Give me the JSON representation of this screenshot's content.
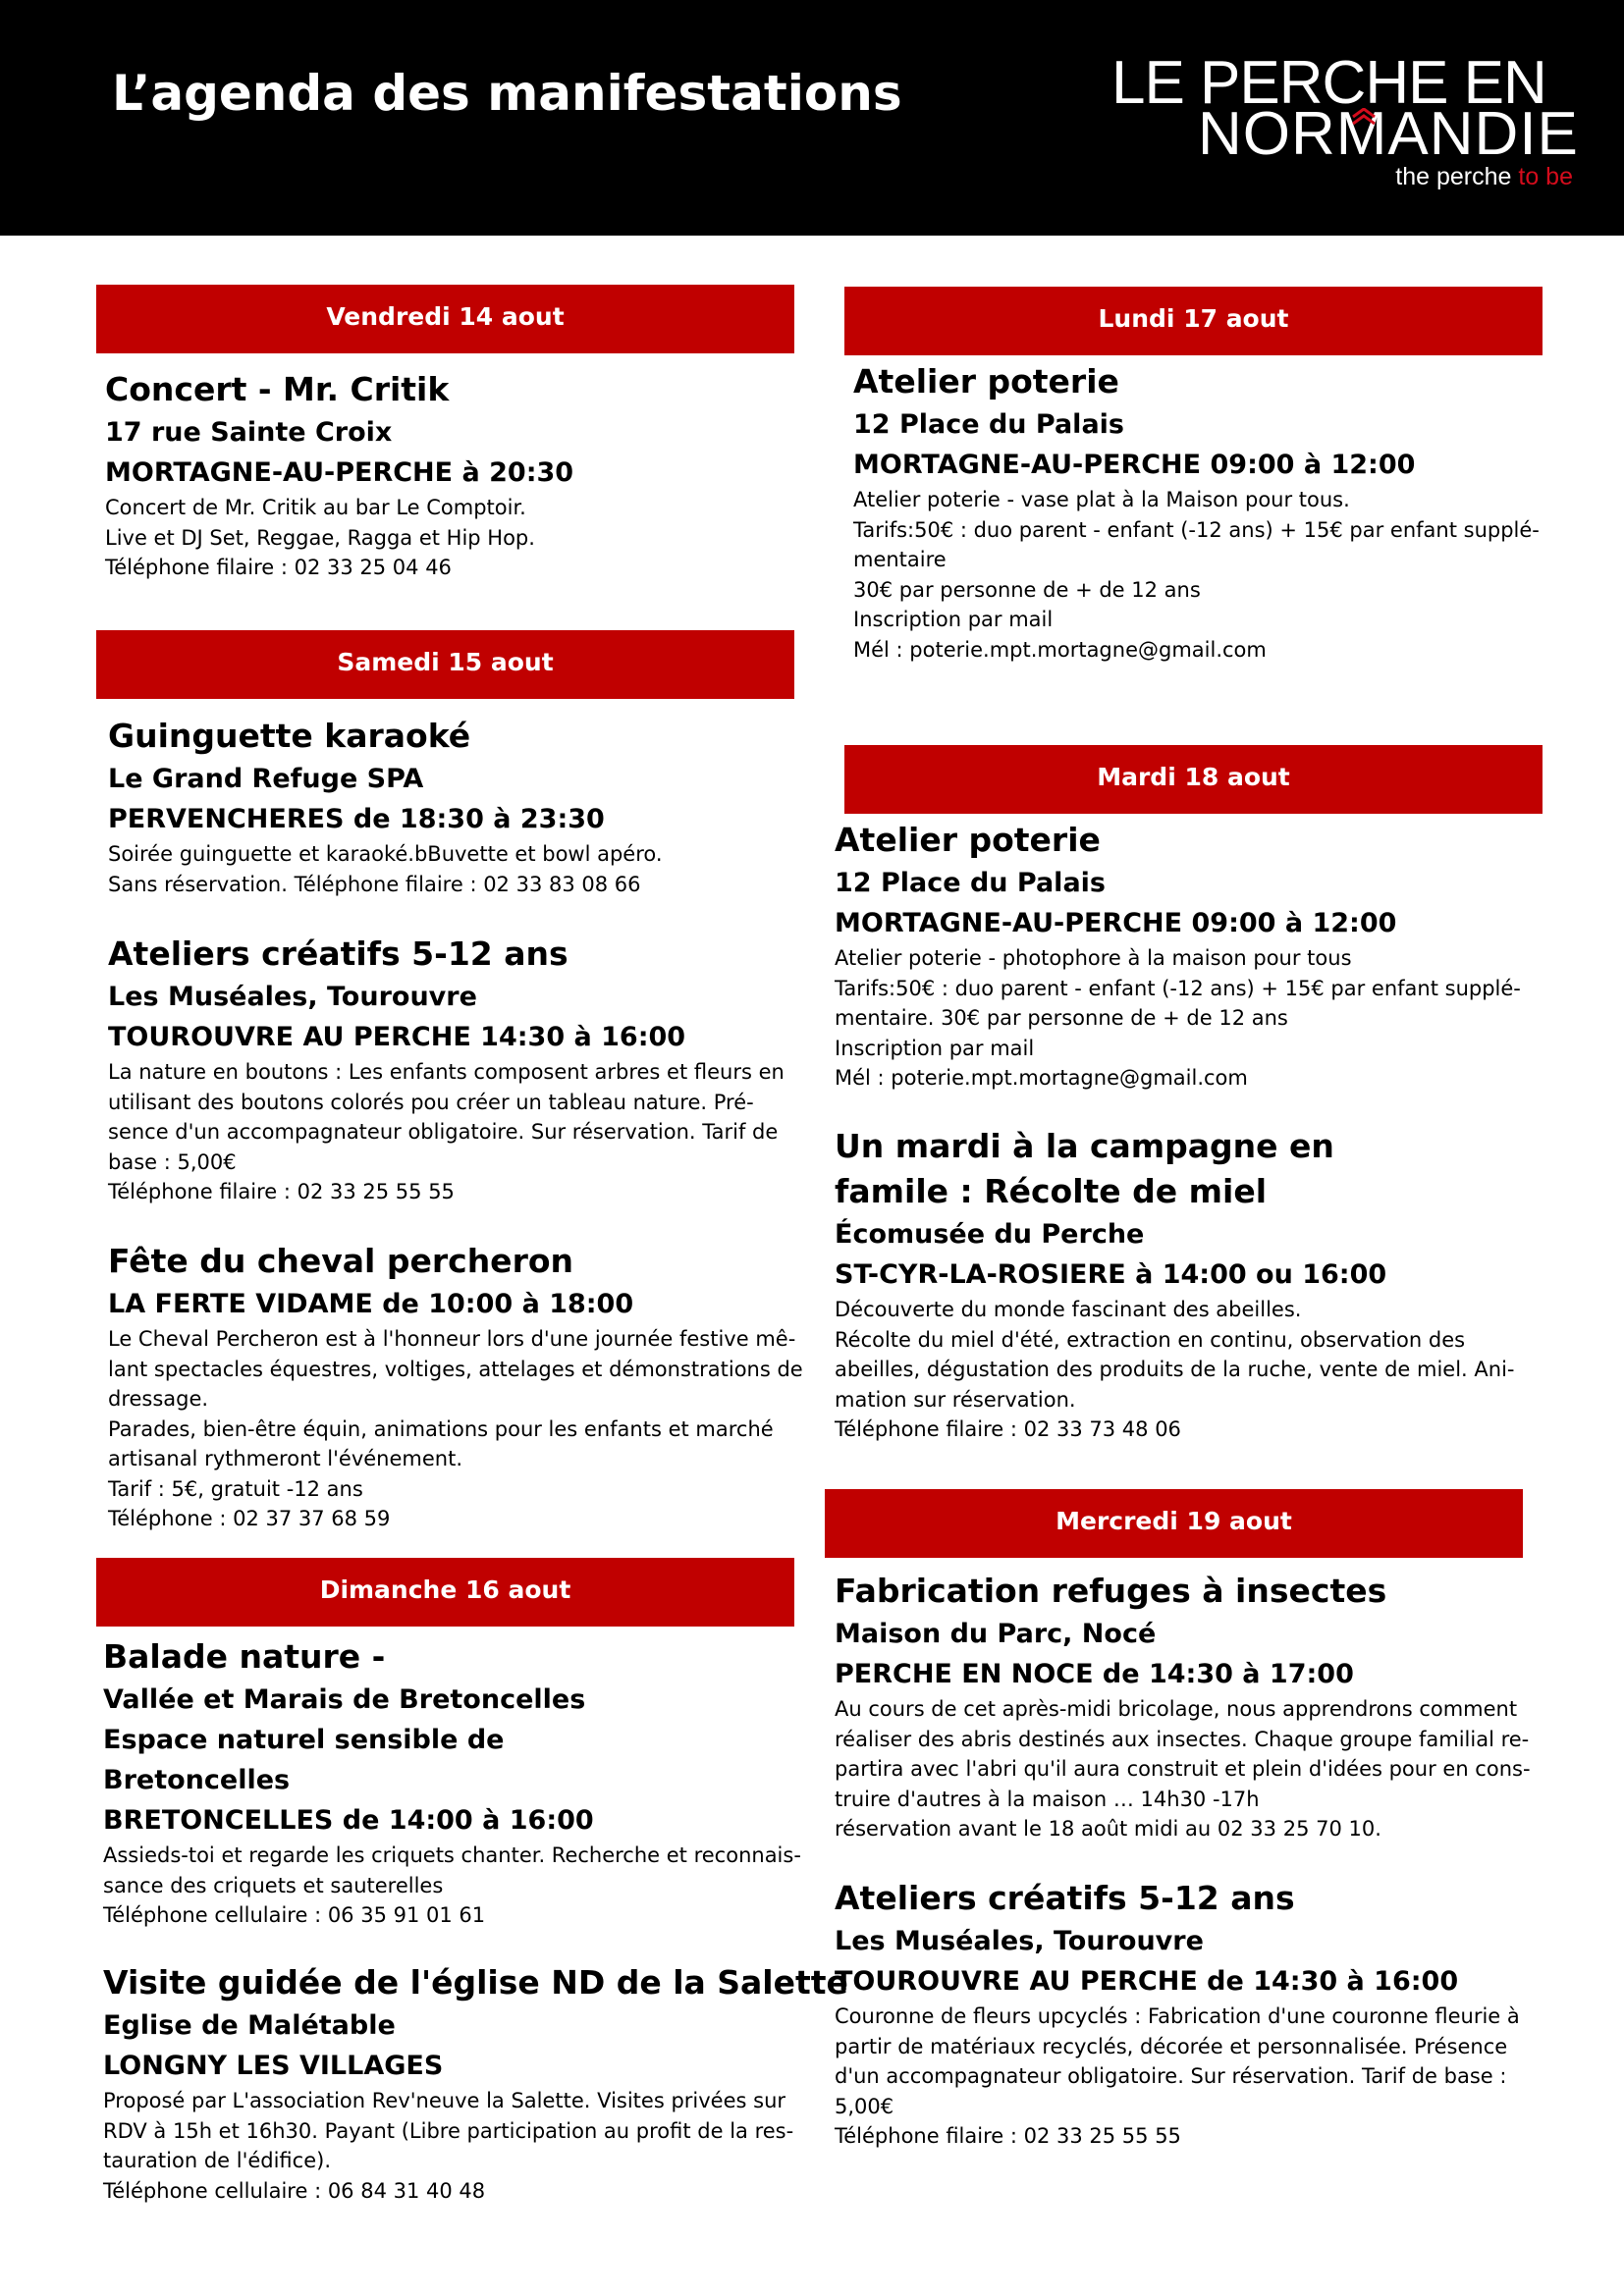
{
  "header": {
    "title": "L’agenda des manifestations",
    "logo": {
      "line1": "LE PERCHE EN",
      "line2": "NORMANDIE",
      "tagline_a": "the perche ",
      "tagline_b": "to be"
    }
  },
  "colors": {
    "header_bg": "#000000",
    "day_bar": "#c00000",
    "tagline_accent": "#d40c1c"
  },
  "days": {
    "vendredi": {
      "label": "Vendredi 14 aout"
    },
    "samedi": {
      "label": "Samedi 15 aout"
    },
    "dimanche": {
      "label": "Dimanche 16 aout"
    },
    "lundi": {
      "label": "Lundi 17 aout"
    },
    "mardi": {
      "label": "Mardi 18 aout"
    },
    "mercredi": {
      "label": "Mercredi 19 aout"
    }
  },
  "events": {
    "e1": {
      "title": "Concert - Mr. Critik",
      "lines": [
        "17 rue Sainte Croix",
        "MORTAGNE-AU-PERCHE à 20:30"
      ],
      "desc": [
        "Concert de Mr. Critik au bar Le Comptoir.",
        "Live et DJ Set, Reggae, Ragga et Hip Hop.",
        "Téléphone filaire : 02 33 25 04 46"
      ]
    },
    "e2": {
      "title": "Guinguette karaoké",
      "lines": [
        "Le Grand Refuge SPA",
        "PERVENCHERES de 18:30 à 23:30"
      ],
      "desc": [
        "Soirée guinguette et karaoké.bBuvette et bowl apéro.",
        "Sans réservation. Téléphone filaire : 02 33 83 08 66"
      ]
    },
    "e3": {
      "title": "Ateliers créatifs 5-12 ans",
      "lines": [
        "Les Muséales, Tourouvre",
        "TOUROUVRE AU PERCHE 14:30 à 16:00"
      ],
      "desc": [
        "La nature en boutons : Les enfants composent arbres et fleurs en",
        "utilisant des boutons colorés pou créer un tableau nature. Pré-",
        "sence d'un accompagnateur obligatoire. Sur réservation.  Tarif de",
        "base : 5,00€",
        "Téléphone filaire : 02 33 25 55 55"
      ]
    },
    "e4": {
      "title": "Fête du cheval percheron",
      "lines": [
        "LA FERTE VIDAME de 10:00 à 18:00"
      ],
      "desc": [
        "Le Cheval Percheron est à l'honneur lors d'une journée festive mê-",
        "lant spectacles équestres, voltiges, attelages et démonstrations de",
        "dressage.",
        "Parades, bien-être équin, animations pour les enfants et marché",
        "artisanal rythmeront l'événement.",
        "Tarif : 5€, gratuit -12 ans",
        "Téléphone : 02 37 37 68 59"
      ]
    },
    "e5": {
      "title": "Balade nature -",
      "lines": [
        "Vallée et Marais de Bretoncelles",
        "Espace naturel sensible de",
        "Bretoncelles",
        "BRETONCELLES de 14:00 à 16:00"
      ],
      "desc": [
        "Assieds-toi et regarde les criquets chanter. Recherche et reconnais-",
        "sance des criquets et sauterelles",
        "Téléphone cellulaire : 06 35 91 01 61"
      ]
    },
    "e6": {
      "title": "Visite guidée de l'église ND de la Salette",
      "lines": [
        "Eglise de Malétable",
        "LONGNY LES VILLAGES"
      ],
      "desc": [
        "Proposé par L'association Rev'neuve la Salette. Visites privées sur",
        "RDV à 15h et 16h30. Payant (Libre participation au profit de la res-",
        "tauration de l'édifice).",
        "Téléphone cellulaire : 06 84 31 40 48"
      ]
    },
    "e7": {
      "title": "Atelier poterie",
      "lines": [
        "12 Place du Palais",
        "MORTAGNE-AU-PERCHE 09:00 à 12:00"
      ],
      "desc": [
        "Atelier poterie - vase plat à la Maison pour tous.",
        "Tarifs:50€ : duo parent - enfant (-12 ans) + 15€ par enfant supplé-",
        "mentaire",
        "30€ par personne de + de 12 ans",
        "Inscription par mail",
        "Mél : poterie.mpt.mortagne@gmail.com"
      ]
    },
    "e8": {
      "title": "Atelier poterie",
      "lines": [
        "12 Place du Palais",
        "MORTAGNE-AU-PERCHE 09:00 à 12:00"
      ],
      "desc": [
        "Atelier poterie - photophore à la maison pour tous",
        "Tarifs:50€ : duo parent - enfant (-12 ans) + 15€ par enfant supplé-",
        "mentaire. 30€ par personne de + de 12 ans",
        "Inscription par mail",
        "Mél : poterie.mpt.mortagne@gmail.com"
      ]
    },
    "e9": {
      "title_lines": [
        "Un mardi à la campagne en",
        "famile : Récolte de miel"
      ],
      "lines": [
        "Écomusée du Perche",
        "ST-CYR-LA-ROSIERE à 14:00 ou 16:00"
      ],
      "desc": [
        "Découverte du monde fascinant des abeilles.",
        "Récolte du miel d'été, extraction en continu, observation des",
        "abeilles, dégustation des produits de la ruche, vente de miel. Ani-",
        "mation sur réservation.",
        "Téléphone filaire : 02 33 73 48 06"
      ]
    },
    "e10": {
      "title": "Fabrication refuges à insectes",
      "lines": [
        "Maison du Parc, Nocé",
        "PERCHE EN NOCE de 14:30 à 17:00"
      ],
      "desc": [
        "Au cours de cet après-midi bricolage, nous apprendrons comment",
        "réaliser des abris destinés aux insectes. Chaque groupe familial re-",
        "partira avec l'abri qu'il aura construit et plein d'idées pour en cons-",
        "truire d'autres à la maison … 14h30 -17h",
        "réservation avant le 18 août midi au 02 33 25 70 10."
      ]
    },
    "e11": {
      "title": "Ateliers créatifs 5-12 ans",
      "lines": [
        "Les Muséales, Tourouvre",
        "TOUROUVRE AU PERCHE de 14:30 à 16:00"
      ],
      "desc": [
        "Couronne de fleurs upcyclés : Fabrication d'une couronne fleurie à",
        "partir de matériaux recyclés, décorée et personnalisée. Présence",
        "d'un accompagnateur obligatoire. Sur réservation.  Tarif de base :",
        "5,00€",
        "Téléphone filaire : 02 33 25 55 55"
      ]
    }
  }
}
